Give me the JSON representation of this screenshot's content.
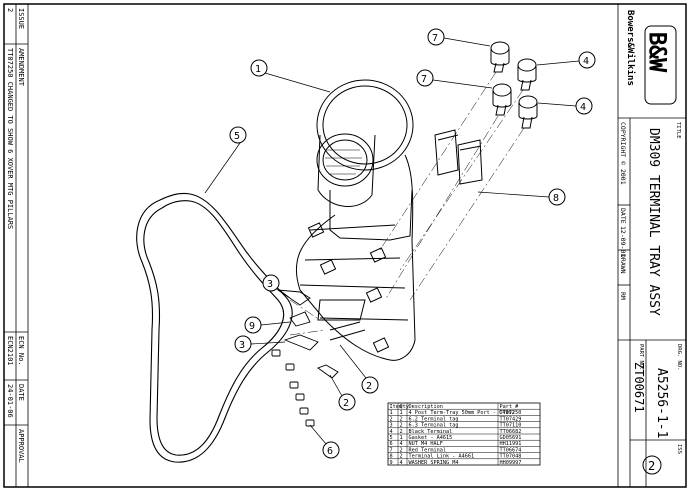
{
  "title_block": {
    "logo": "B&W",
    "brand": "Bowers&Wilkins",
    "title_label": "TITLE",
    "title": "DM309  TERMINAL  TRAY  ASSY",
    "copyright": "COPYRIGHT © 2001",
    "date_label": "DATE",
    "date": "12-09-01",
    "drawn_label": "DRAWN",
    "drawn": "RM",
    "drg_label": "DRG. NO.",
    "drg_no": "A5256-1-1",
    "part_label": "PART NO.",
    "part_no": "ZT00671",
    "iss_label": "ISS",
    "iss": "2"
  },
  "revision": {
    "issue_label": "ISSUE",
    "issue": "2",
    "description": "TT07250 CHANGED TO SHOW 6 XOVER MTG PILLARS",
    "amendment_label": "AMENDMENT",
    "ecn": "ECN2101",
    "ecn_label": "ECN No.",
    "date": "24-01-06",
    "date_label": "DATE",
    "approval_label": "APPROVAL"
  },
  "balloons": [
    "1",
    "2",
    "2",
    "3",
    "3",
    "4",
    "4",
    "5",
    "6",
    "7",
    "7",
    "8",
    "9"
  ],
  "bom": {
    "headers": [
      "Item",
      "Qty",
      "Description",
      "Part #"
    ],
    "rows": [
      [
        "1",
        "1",
        "4 Post Term-Tray 50mm Port - C4992",
        "TT07250"
      ],
      [
        "2",
        "2",
        "6.2 Terminal tag",
        "TT07429"
      ],
      [
        "3",
        "2",
        "6.3 Terminal tag",
        "TT07110"
      ],
      [
        "4",
        "2",
        "Black Terminal",
        "TT06682"
      ],
      [
        "5",
        "1",
        "Gasket - A4615",
        "GD05691"
      ],
      [
        "6",
        "4",
        "NUT M4 HALF",
        "HH11991"
      ],
      [
        "7",
        "2",
        "Red Terminal",
        "TT06674"
      ],
      [
        "8",
        "2",
        "Terminal Link - A4661",
        "TT07048"
      ],
      [
        "9",
        "4",
        "WASHER SPRING M4",
        "HH09997"
      ]
    ]
  }
}
